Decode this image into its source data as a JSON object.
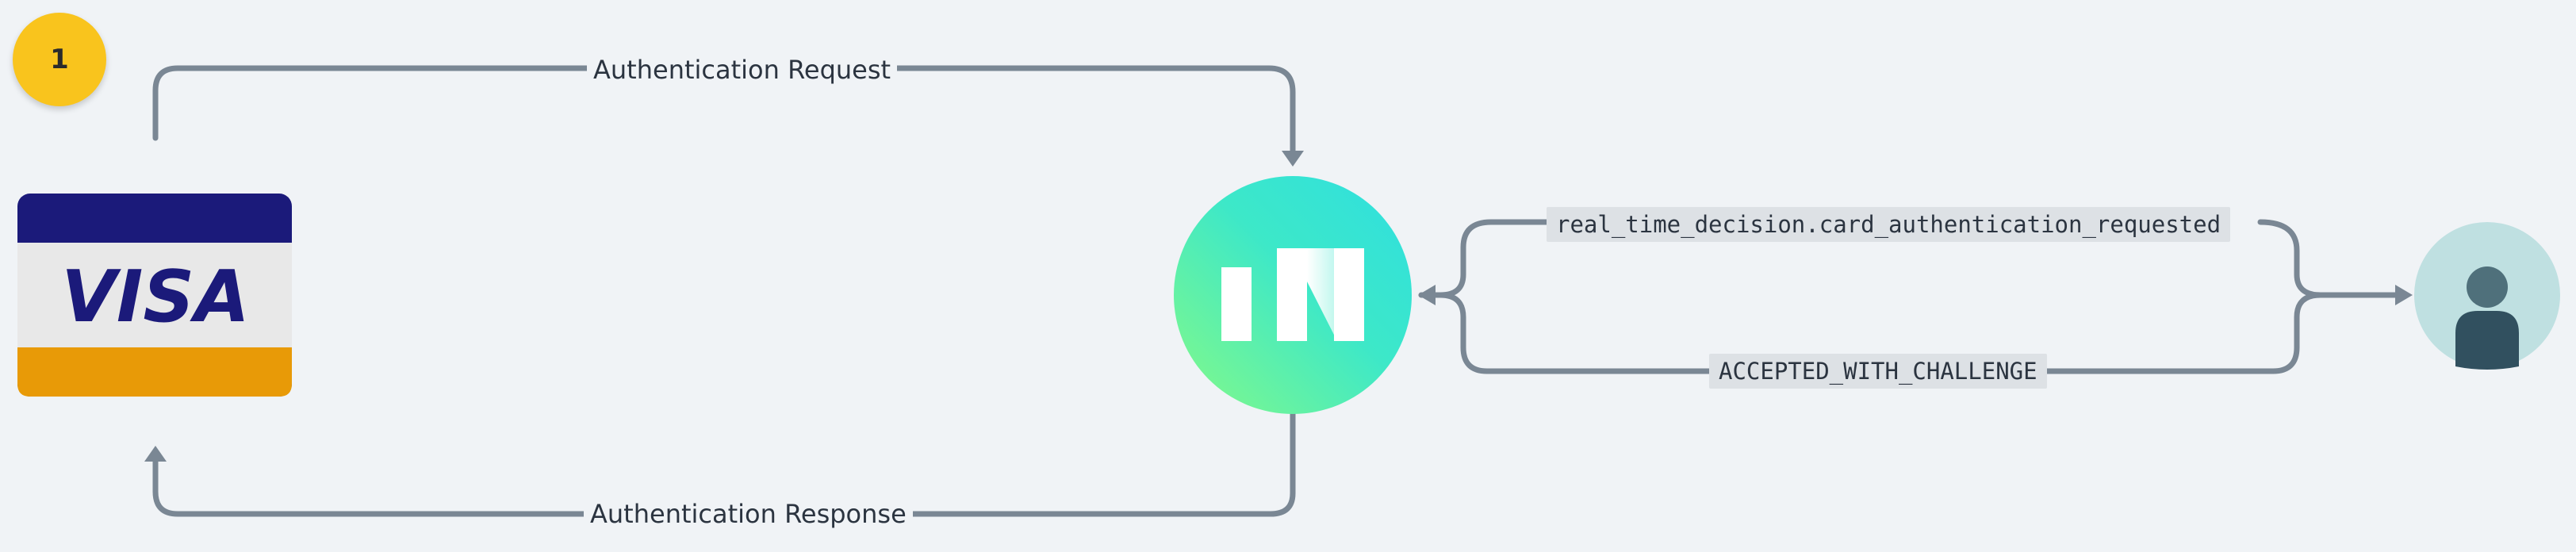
{
  "step": {
    "number": "1"
  },
  "visa": {
    "brand_text": "VISA"
  },
  "labels": {
    "auth_request": "Authentication Request",
    "auth_response": "Authentication Response",
    "event_name": "real_time_decision.card_authentication_requested",
    "decision": "ACCEPTED_WITH_CHALLENGE"
  },
  "icons": {
    "card": "visa-card-icon",
    "increase": "increase-logo-icon",
    "user": "user-avatar-icon"
  },
  "colors": {
    "background": "#f0f3f6",
    "arrow": "#7a8794",
    "badge": "#f9c41d",
    "visa_blue": "#1b1a7a",
    "visa_gold": "#e89a07",
    "logo_teal": "#33e2d6",
    "logo_green": "#7ef58e",
    "avatar_bg": "#bfe0e1",
    "avatar_figure": "#31505f"
  }
}
